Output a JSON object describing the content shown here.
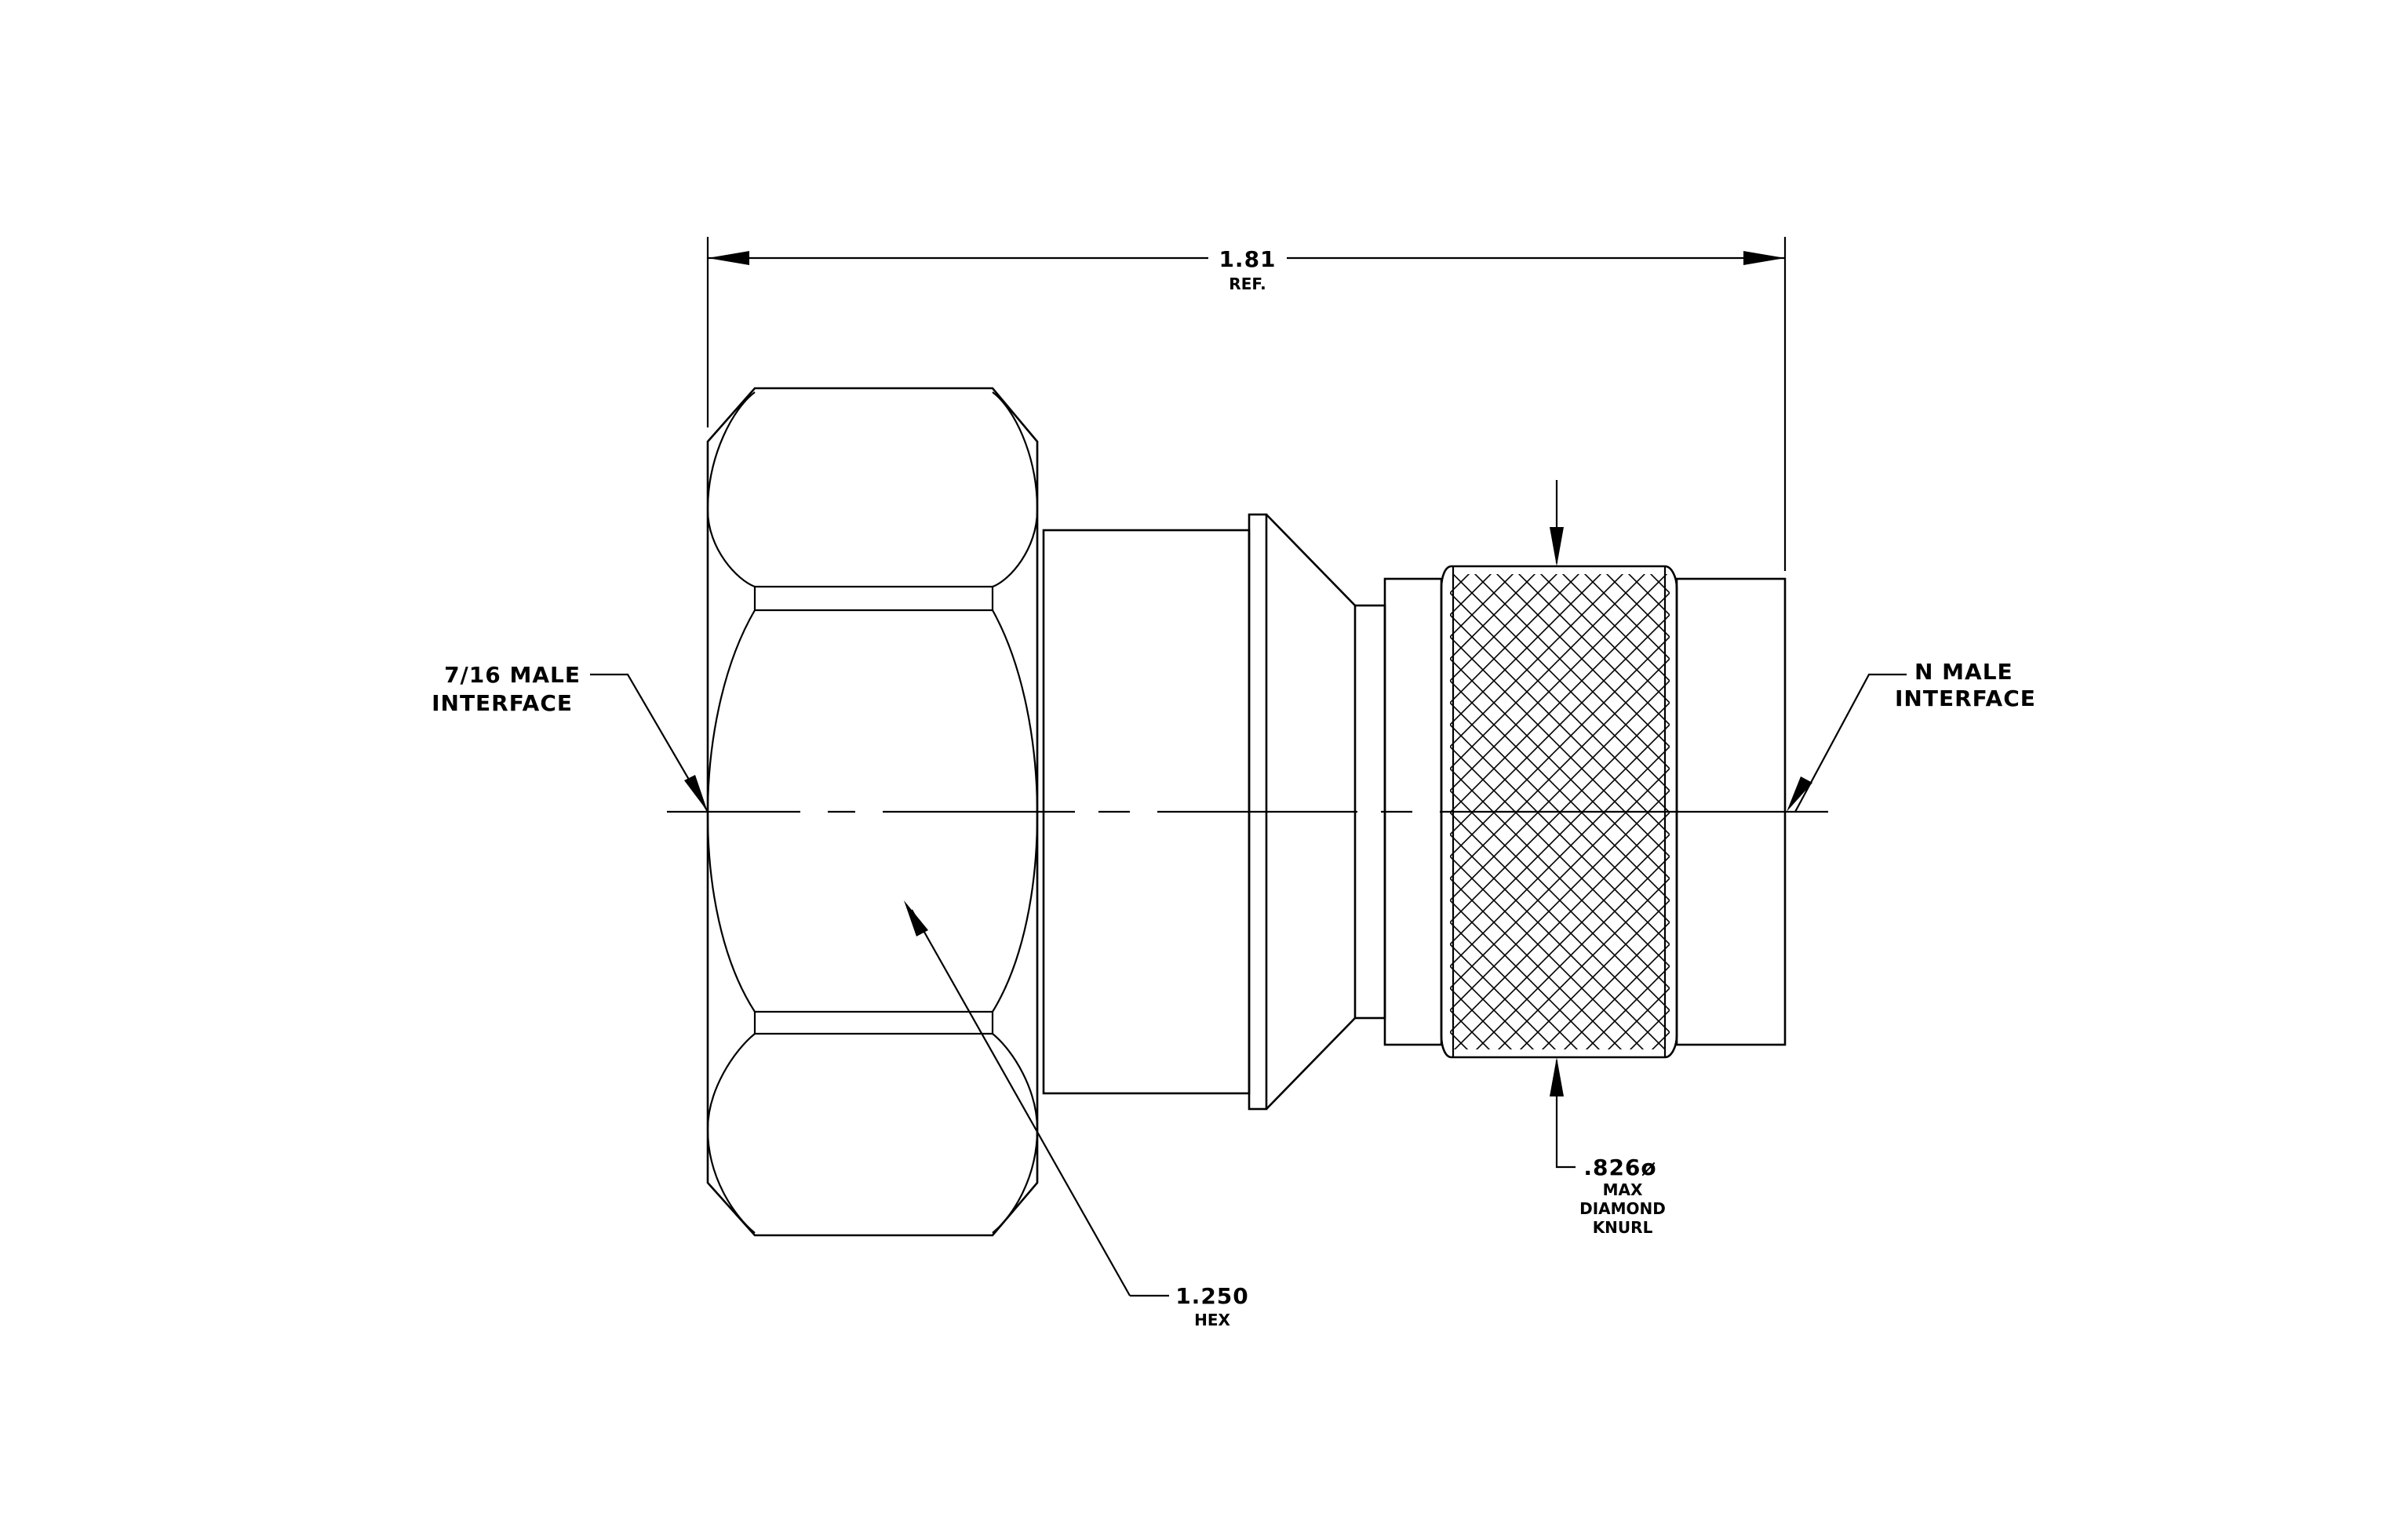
{
  "drawing": {
    "overall_length": {
      "value": "1.81",
      "note": "REF."
    },
    "left_interface": {
      "line1": "7/16  MALE",
      "line2": "INTERFACE"
    },
    "right_interface": {
      "line1": "N  MALE",
      "line2": "INTERFACE"
    },
    "hex": {
      "value": "1.250",
      "note": "HEX"
    },
    "knurl": {
      "value": ".826ø",
      "line2": "MAX",
      "line3": "DIAMOND",
      "line4": "KNURL"
    }
  }
}
